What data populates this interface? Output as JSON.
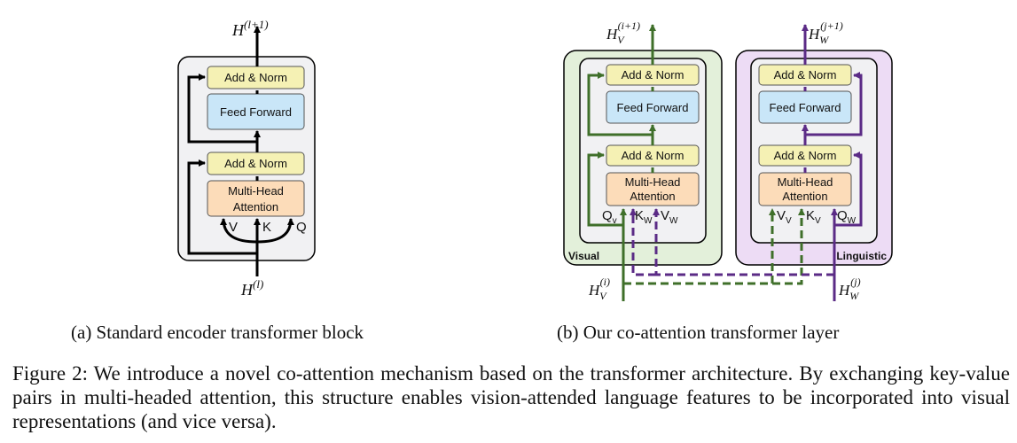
{
  "labels": {
    "add_norm": "Add & Norm",
    "feed_forward": "Feed Forward",
    "multi_head_l1": "Multi-Head",
    "multi_head_l2": "Attention"
  },
  "standard_block": {
    "output_var": "H",
    "output_sup": "(l+1)",
    "input_var": "H",
    "input_sup": "(l)",
    "input_v": "V",
    "input_k": "K",
    "input_q": "Q"
  },
  "co_attention": {
    "visual_tag": "Visual",
    "linguistic_tag": "Linguistic",
    "out_visual": {
      "var": "H",
      "sub": "V",
      "sup": "(i+1)"
    },
    "out_ling": {
      "var": "H",
      "sub": "W",
      "sup": "(j+1)"
    },
    "in_visual": {
      "var": "H",
      "sub": "V",
      "sup": "(i)"
    },
    "in_ling": {
      "var": "H",
      "sub": "W",
      "sup": "(j)"
    },
    "visual_inputs": [
      {
        "main": "Q",
        "sub": "v"
      },
      {
        "main": "K",
        "sub": "W"
      },
      {
        "main": "V",
        "sub": "W"
      }
    ],
    "ling_inputs": [
      {
        "main": "V",
        "sub": "V"
      },
      {
        "main": "K",
        "sub": "V"
      },
      {
        "main": "Q",
        "sub": "W"
      }
    ]
  },
  "colors": {
    "add_norm_fill": "#f5f1b4",
    "feed_forward_fill": "#c9e6f8",
    "attention_fill": "#fcdcb9",
    "block_bg": "#f1f1f3",
    "visual_bg": "#e3f0da",
    "linguistic_bg": "#eddcf5",
    "visual_arrow": "#3f6f2a",
    "linguistic_arrow": "#5b2b86"
  },
  "captions": {
    "sub_a": "(a) Standard encoder transformer block",
    "sub_b": "(b) Our co-attention transformer layer",
    "figure": "Figure 2: We introduce a novel co-attention mechanism based on the transformer architecture. By exchanging key-value pairs in multi-headed attention, this structure enables vision-attended language features to be incorporated into visual representations (and vice versa)."
  }
}
